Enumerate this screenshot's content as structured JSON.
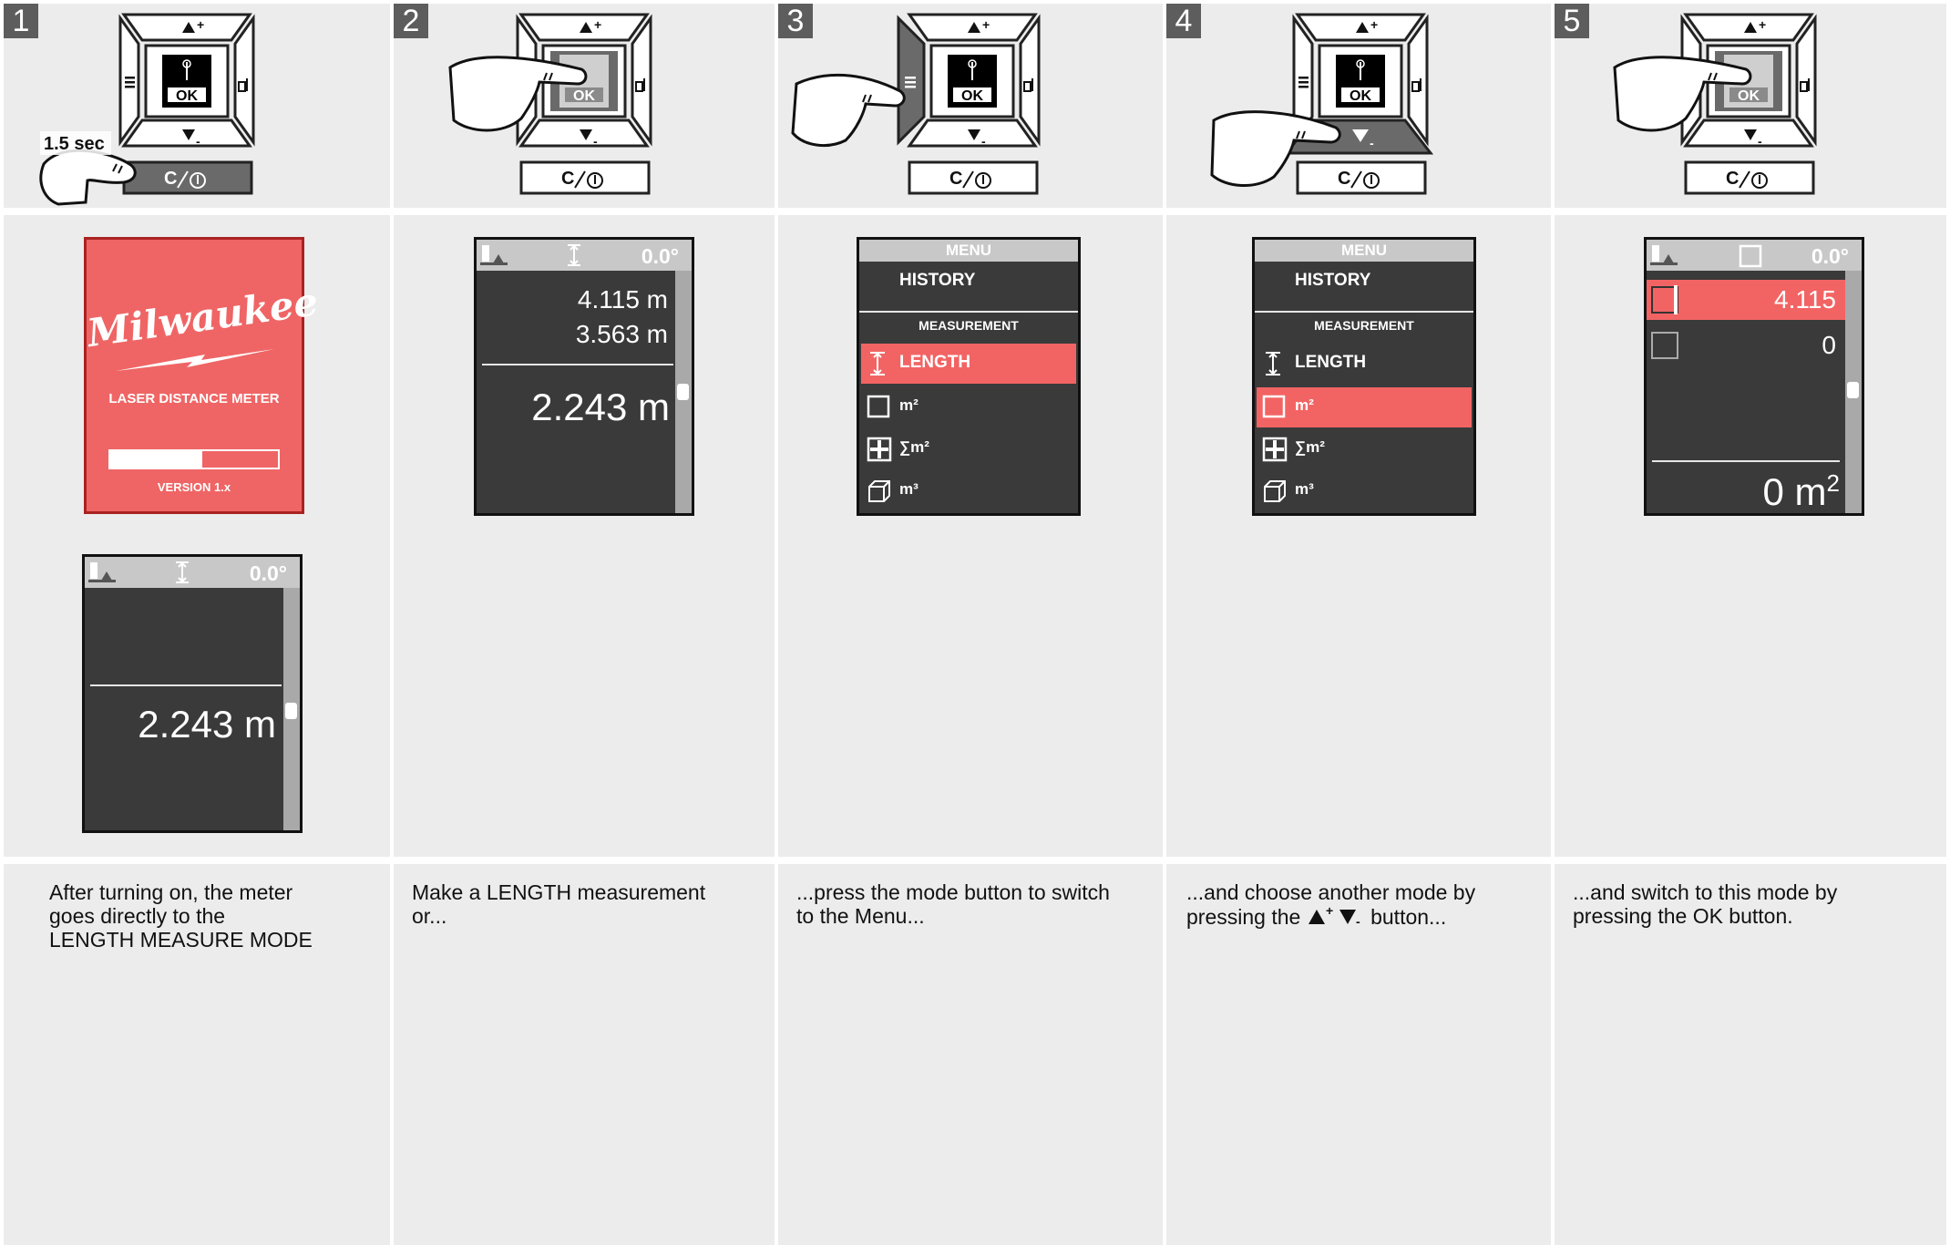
{
  "steps": [
    {
      "number": "1",
      "press_label": "1.5 sec",
      "caption": [
        "After turning on, the meter",
        "goes directly to the",
        "LENGTH MEASURE MODE"
      ]
    },
    {
      "number": "2",
      "caption": [
        "Make a LENGTH measurement",
        "or..."
      ]
    },
    {
      "number": "3",
      "caption": [
        "...press the mode button to switch",
        "to the Menu..."
      ]
    },
    {
      "number": "4",
      "caption": [
        "...and choose another mode by",
        "pressing the",
        "button..."
      ]
    },
    {
      "number": "5",
      "caption": [
        "...and switch to this mode by",
        "pressing the OK button."
      ]
    }
  ],
  "keypad": {
    "ok_label": "OK",
    "up_sign": "+",
    "down_sign": "-"
  },
  "boot_screen": {
    "brand": "Milwaukee",
    "product": "LASER DISTANCE METER",
    "version": "VERSION 1.x",
    "progress": 0.55
  },
  "length_screen_1": {
    "angle": "0.0°",
    "result": "2.243 m"
  },
  "length_screen_2": {
    "angle": "0.0°",
    "value_1": "4.115 m",
    "value_2": "3.563 m",
    "result": "2.243 m"
  },
  "menu": {
    "title": "MENU",
    "history": "HISTORY",
    "section": "MEASUREMENT",
    "items": [
      "LENGTH",
      "m²",
      "∑m²",
      "m³"
    ]
  },
  "area_screen": {
    "angle": "0.0°",
    "value_1": "4.115",
    "value_2": "0",
    "result": "0 m",
    "result_exp": "2"
  },
  "colors": {
    "accent_red": "#f26464",
    "screen_dark": "#3a3a3a",
    "bar_gray": "#c8c8c8",
    "cell_gray": "#ececec"
  }
}
